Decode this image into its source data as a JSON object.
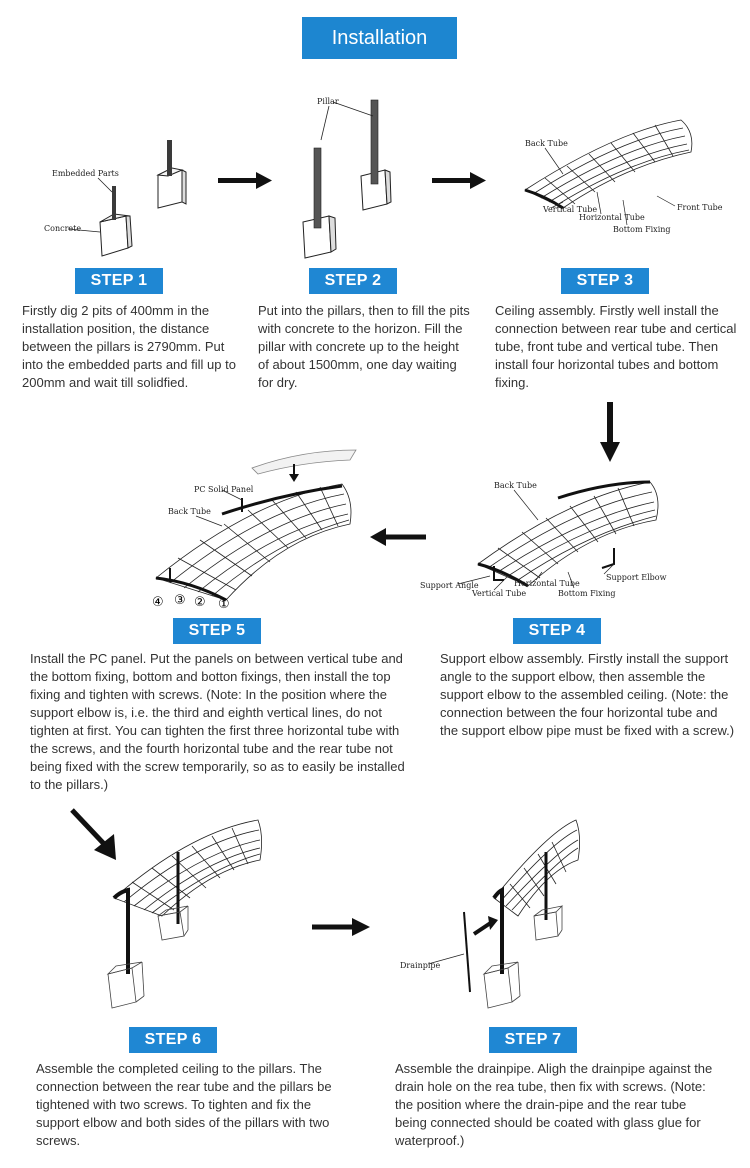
{
  "header": {
    "title": "Installation"
  },
  "steps": [
    {
      "label": "STEP 1",
      "text": "Firstly dig 2 pits of 400mm in the installation position, the distance between the pillars is 2790mm. Put into the embedded parts and fill up to 200mm and wait till solidfied."
    },
    {
      "label": "STEP 2",
      "text": "Put into the pillars, then to fill the pits with concrete to the horizon. Fill the pillar with concrete up to the height of about 1500mm, one day waiting for dry."
    },
    {
      "label": "STEP 3",
      "text": "Ceiling assembly. Firstly well install the connection between rear tube and certical tube, front tube and vertical tube. Then install four horizontal tubes and bottom fixing."
    },
    {
      "label": "STEP 4",
      "text": "Support elbow assembly. Firstly install the support angle to the support elbow, then assemble the support elbow to the assembled ceiling. (Note: the connection between the four horizontal tube and the support elbow pipe must be fixed with a screw.)"
    },
    {
      "label": "STEP 5",
      "text": "Install the PC panel. Put the panels on between vertical tube and the bottom fixing, bottom and botton fixings, then install the top fixing and tighten with screws. (Note: In the position where the support elbow is, i.e. the third and eighth vertical lines, do not tighten at first. You can tighten the first three horizontal tube with the screws, and the fourth horizontal tube and the rear tube not being fixed with the screw temporarily, so as to easily be installed to the pillars.)"
    },
    {
      "label": "STEP 6",
      "text": "Assemble the completed ceiling to the pillars. The connection between the rear tube and the pillars be tightened with two screws. To tighten and fix the support elbow and both sides of the pillars with two screws."
    },
    {
      "label": "STEP 7",
      "text": "Assemble the drainpipe. Aligh the drainpipe against the drain hole on the rea tube, then fix with screws. (Note: the position where the drain-pipe and the rear tube being connected should be coated with glass glue for waterproof.)"
    }
  ],
  "figure_labels": {
    "embedded_parts": "Embedded Parts",
    "concrete": "Concrete",
    "pillar": "Pillar",
    "back_tube": "Back Tube",
    "vertical_tube": "Vertical Tube",
    "horizontal_tube": "Horizontal Tube",
    "bottom_fixing": "Bottom Fixing",
    "front_tube": "Front Tube",
    "pc_solid_panel": "PC Solid Panel",
    "support_angle": "Support Angle",
    "support_elbow": "Support Elbow",
    "drainpipe": "Drainpipe",
    "n4": "④",
    "n3": "③",
    "n2": "②",
    "n1": "①"
  }
}
